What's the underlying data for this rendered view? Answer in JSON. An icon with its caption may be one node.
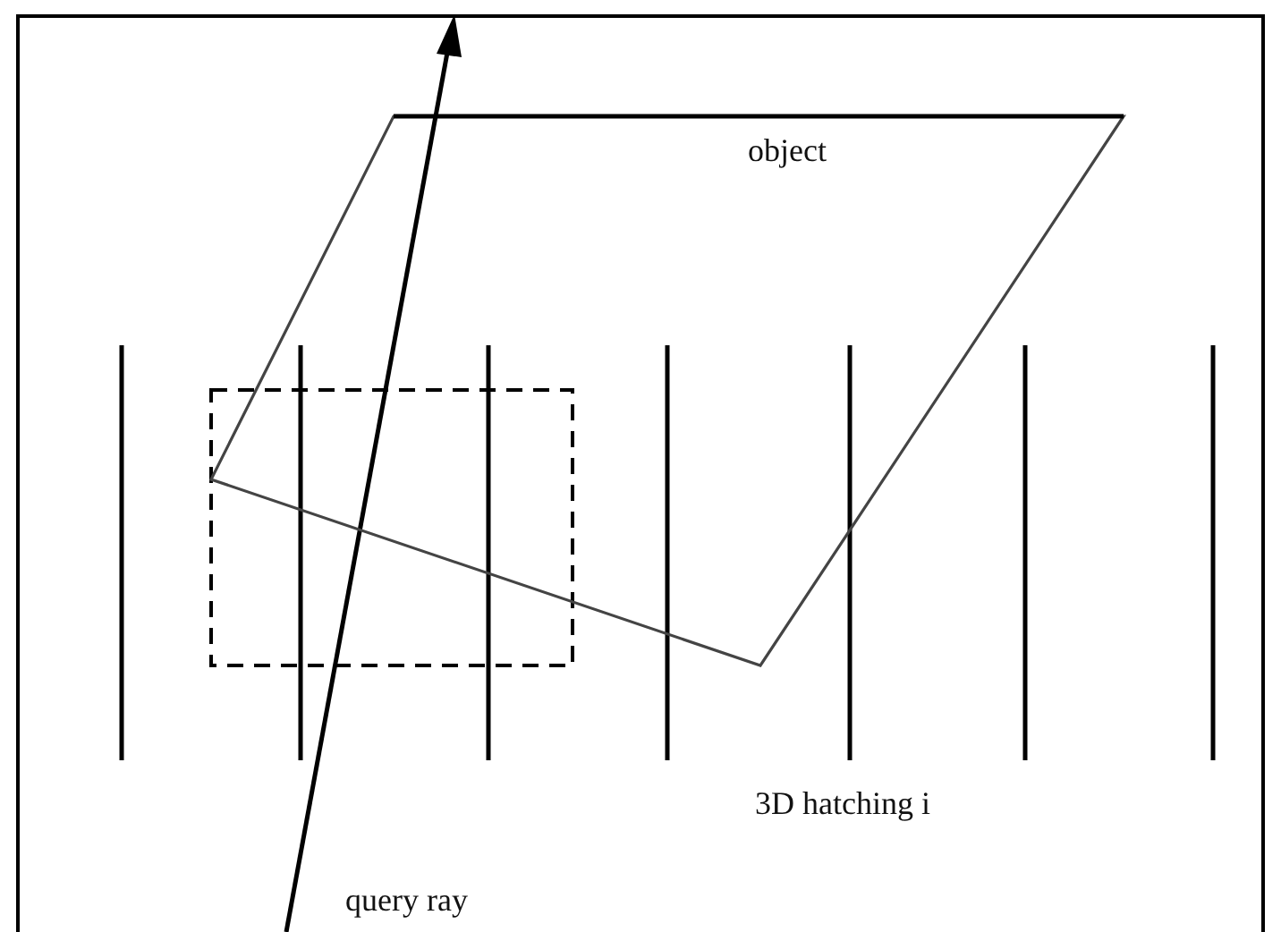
{
  "diagram": {
    "nodes": [
      {
        "text": [
          "object"
        ]
      }
    ],
    "labels": [
      "3D hatching i",
      "query ray"
    ]
  }
}
